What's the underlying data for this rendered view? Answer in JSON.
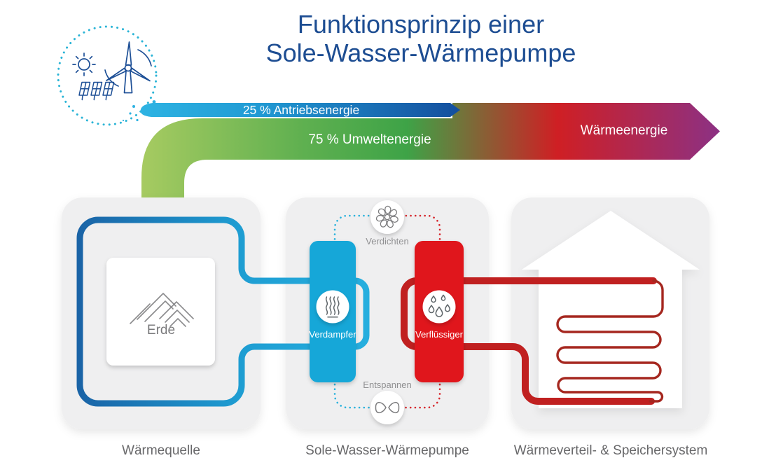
{
  "title": {
    "line1": "Funktionsprinzip einer",
    "line2": "Sole-Wasser-Wärmepumpe"
  },
  "energy_band": {
    "drive_label": "25 % Antriebsenergie",
    "ambient_label": "75 % Umweltenergie",
    "heat_label": "Wärmeenergie",
    "colors": {
      "green_light": "#a7cb61",
      "green": "#3ea347",
      "red": "#cf1f24",
      "purple": "#8c3184",
      "arrow_blue_light": "#2db2e2",
      "arrow_blue_dark": "#144f9e"
    }
  },
  "panels": {
    "heat_source": {
      "label": "Wärmequelle",
      "earth_label": "Erde"
    },
    "heat_pump": {
      "label": "Sole-Wasser-Wärmepumpe",
      "compressor_label": "Verdichten",
      "expansion_label": "Entspannen",
      "evaporator_label": "Verdampfer",
      "condenser_label": "Verflüssiger",
      "evaporator_color": "#14a7d8",
      "condenser_color": "#e0141c"
    },
    "heat_distribution": {
      "label": "Wärmeverteil- & Speichersystem"
    }
  },
  "icons": {
    "renewables": "sun-wind-solar-icon",
    "earth": "mountain-icon",
    "evaporator": "steam-icon",
    "condenser": "droplets-icon",
    "compressor": "fan-icon",
    "expansion": "valve-icon",
    "house": "house-shape"
  },
  "colors": {
    "title": "#1d4d92",
    "panel_bg": "#efeff0",
    "pipe_blue_dark": "#1a63a6",
    "pipe_blue_light": "#27afdf",
    "pipe_red": "#c02020",
    "coil_red": "#a5271f",
    "dotted_cyan": "#2ab2dc",
    "dotted_red": "#d6262c",
    "dashed_circle": "#2ab4d6",
    "icon_blue": "#1d4f96",
    "label_gray": "#68686a",
    "small_label_gray": "#909092"
  }
}
